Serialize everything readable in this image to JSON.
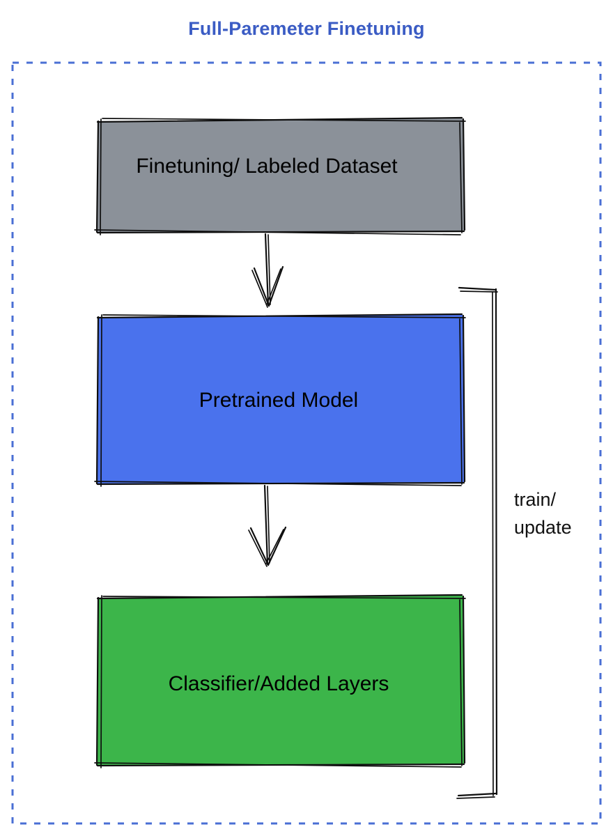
{
  "diagram": {
    "title": "Full-Paremeter Finetuning",
    "title_color": "#3b5cc4",
    "background_color": "#ffffff",
    "frame": {
      "name": "dashed-container",
      "border_color": "#4a6fd4",
      "border_style": "dashed"
    },
    "nodes": [
      {
        "id": "dataset",
        "label": "Finetuning/ Labeled Dataset",
        "fill_color": "#8b9199",
        "stroke_color": "#0f0f0f"
      },
      {
        "id": "pretrained-model",
        "label": "Pretrained Model",
        "fill_color": "#4a72ed",
        "stroke_color": "#0f0f0f"
      },
      {
        "id": "classifier",
        "label": "Classifier/Added Layers",
        "fill_color": "#3cb54a",
        "stroke_color": "#0f0f0f"
      }
    ],
    "edges": [
      {
        "id": "dataset-to-model",
        "from": "dataset",
        "to": "pretrained-model",
        "label": "",
        "arrow": "down"
      },
      {
        "id": "model-to-classifier",
        "from": "pretrained-model",
        "to": "classifier",
        "label": "",
        "arrow": "down"
      },
      {
        "id": "feedback-loop",
        "from": "classifier",
        "to": "pretrained-model",
        "label_line1": "train/",
        "label_line2": "update",
        "arrow": "none"
      }
    ]
  }
}
